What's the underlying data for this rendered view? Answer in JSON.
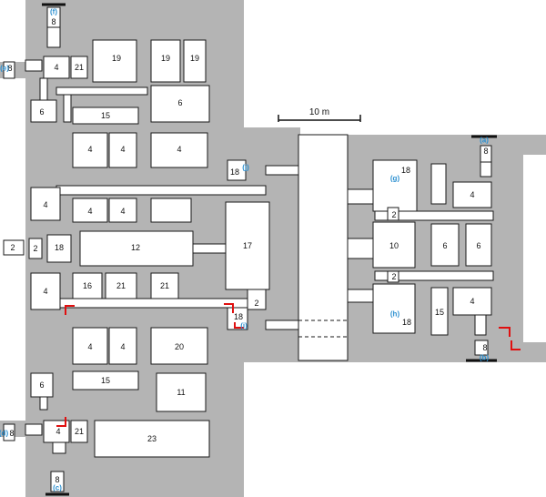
{
  "plan": {
    "scale_label": "10 m",
    "colors": {
      "mass": "#b4b4b4",
      "room_fill": "#ffffff",
      "outline": "#1a1a1a",
      "marker_label": "#2a8fd0",
      "section_mark": "#e01010"
    },
    "markers": [
      "(a)",
      "(b)",
      "(c)",
      "(d)",
      "(e)",
      "(f)",
      "(g)",
      "(h)",
      "(i)",
      "(j)"
    ],
    "rooms": {
      "n8": "8",
      "n4": "4",
      "n21": "21",
      "n6": "6",
      "n15": "15",
      "n19": "19",
      "n2": "2",
      "n18": "18",
      "n12": "12",
      "n17": "17",
      "n16": "16",
      "n20": "20",
      "n11": "11",
      "n23": "23",
      "n10": "10"
    }
  }
}
